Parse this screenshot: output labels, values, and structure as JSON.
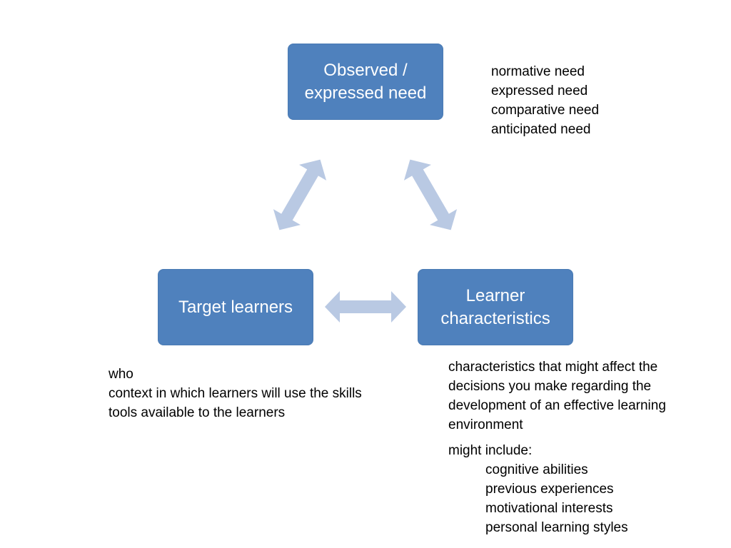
{
  "diagram": {
    "nodes": {
      "top": {
        "lines": [
          "Observed /",
          "expressed need"
        ]
      },
      "left": {
        "lines": [
          "Target learners"
        ]
      },
      "right": {
        "lines": [
          "Learner",
          "characteristics"
        ]
      }
    },
    "notes": {
      "top": [
        "normative need",
        "expressed need",
        "comparative need",
        "anticipated need"
      ],
      "left": [
        "who",
        "context in which learners will use the skills",
        "tools available to the learners"
      ],
      "right": {
        "intro": [
          "characteristics that might affect the",
          "decisions you make regarding the",
          "development of an effective learning",
          "environment"
        ],
        "heading": "might include:",
        "items": [
          "cognitive abilities",
          "previous experiences",
          "motivational interests",
          "personal learning styles"
        ]
      }
    },
    "colors": {
      "node_fill": "#4f81bd",
      "node_text": "#ffffff",
      "arrow_fill": "#b9c9e3"
    }
  }
}
